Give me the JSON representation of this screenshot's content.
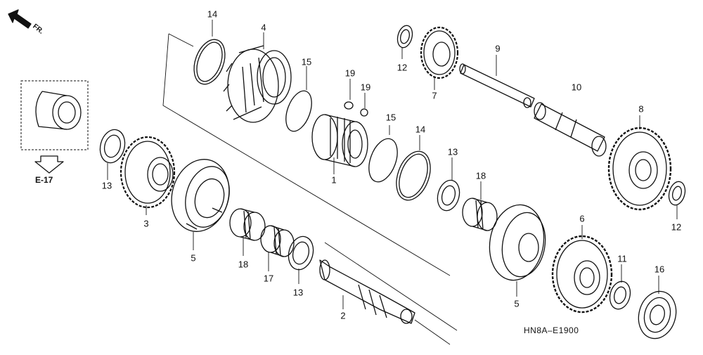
{
  "diagram": {
    "direction_label": "FR.",
    "reference_label": "E-17",
    "diagram_code": "HN8A–E1900",
    "callouts": [
      {
        "id": "c14a",
        "text": "14"
      },
      {
        "id": "c4",
        "text": "4"
      },
      {
        "id": "c15a",
        "text": "15"
      },
      {
        "id": "c19a",
        "text": "19"
      },
      {
        "id": "c19b",
        "text": "19"
      },
      {
        "id": "c15b",
        "text": "15"
      },
      {
        "id": "c14b",
        "text": "14"
      },
      {
        "id": "c1",
        "text": "1"
      },
      {
        "id": "c13a",
        "text": "13"
      },
      {
        "id": "c3",
        "text": "3"
      },
      {
        "id": "c5a",
        "text": "5"
      },
      {
        "id": "c18a",
        "text": "18"
      },
      {
        "id": "c17",
        "text": "17"
      },
      {
        "id": "c13b",
        "text": "13"
      },
      {
        "id": "c2",
        "text": "2"
      },
      {
        "id": "c12a",
        "text": "12"
      },
      {
        "id": "c7",
        "text": "7"
      },
      {
        "id": "c9",
        "text": "9"
      },
      {
        "id": "c10",
        "text": "10"
      },
      {
        "id": "c8",
        "text": "8"
      },
      {
        "id": "c12b",
        "text": "12"
      },
      {
        "id": "c13c",
        "text": "13"
      },
      {
        "id": "c18b",
        "text": "18"
      },
      {
        "id": "c5b",
        "text": "5"
      },
      {
        "id": "c6",
        "text": "6"
      },
      {
        "id": "c11",
        "text": "11"
      },
      {
        "id": "c16",
        "text": "16"
      }
    ]
  }
}
